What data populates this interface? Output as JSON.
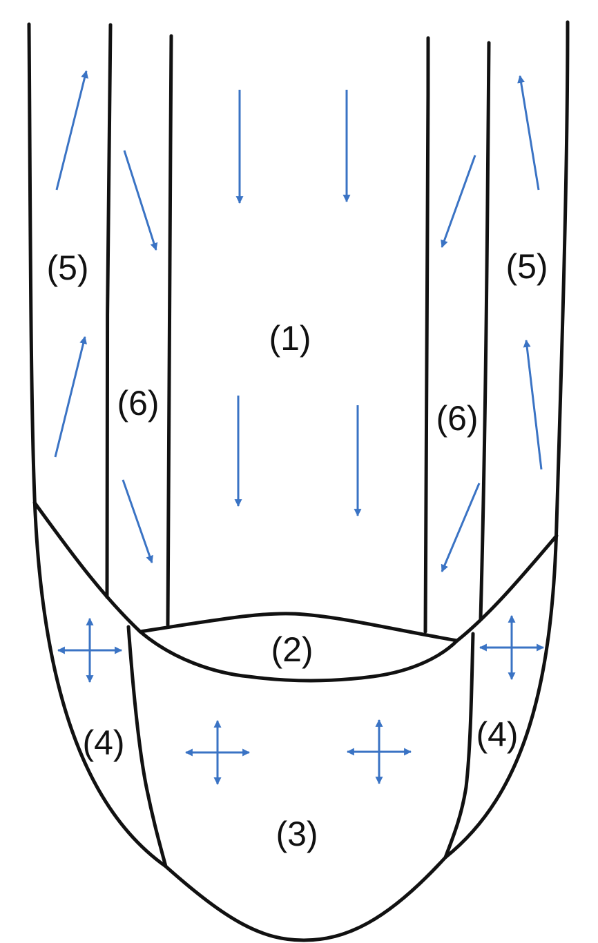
{
  "colors": {
    "outline": "#111111",
    "flow_arrow": "#3a73c4",
    "background": "#ffffff"
  },
  "labels": {
    "zone_1": "(1)",
    "zone_2": "(2)",
    "zone_3": "(3)",
    "zone_4_left": "(4)",
    "zone_4_right": "(4)",
    "zone_5_left": "(5)",
    "zone_5_right": "(5)",
    "zone_6_left": "(6)",
    "zone_6_right": "(6)"
  },
  "icons": {
    "flow_arrow": "arrow-icon",
    "isotropic_movement": "four-way-arrow-icon"
  }
}
